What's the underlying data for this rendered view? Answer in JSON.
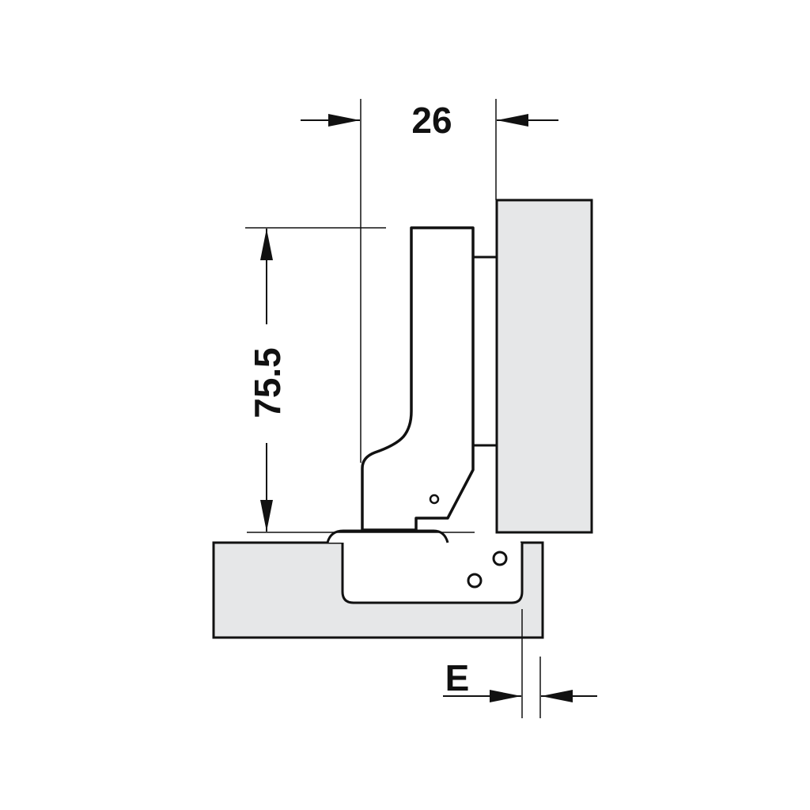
{
  "dimensions": {
    "width_label": "26",
    "height_label": "75.5",
    "overlay_label": "E"
  },
  "colors": {
    "panel_fill": "#e6e7e8",
    "line": "#111111",
    "background": "#ffffff"
  }
}
